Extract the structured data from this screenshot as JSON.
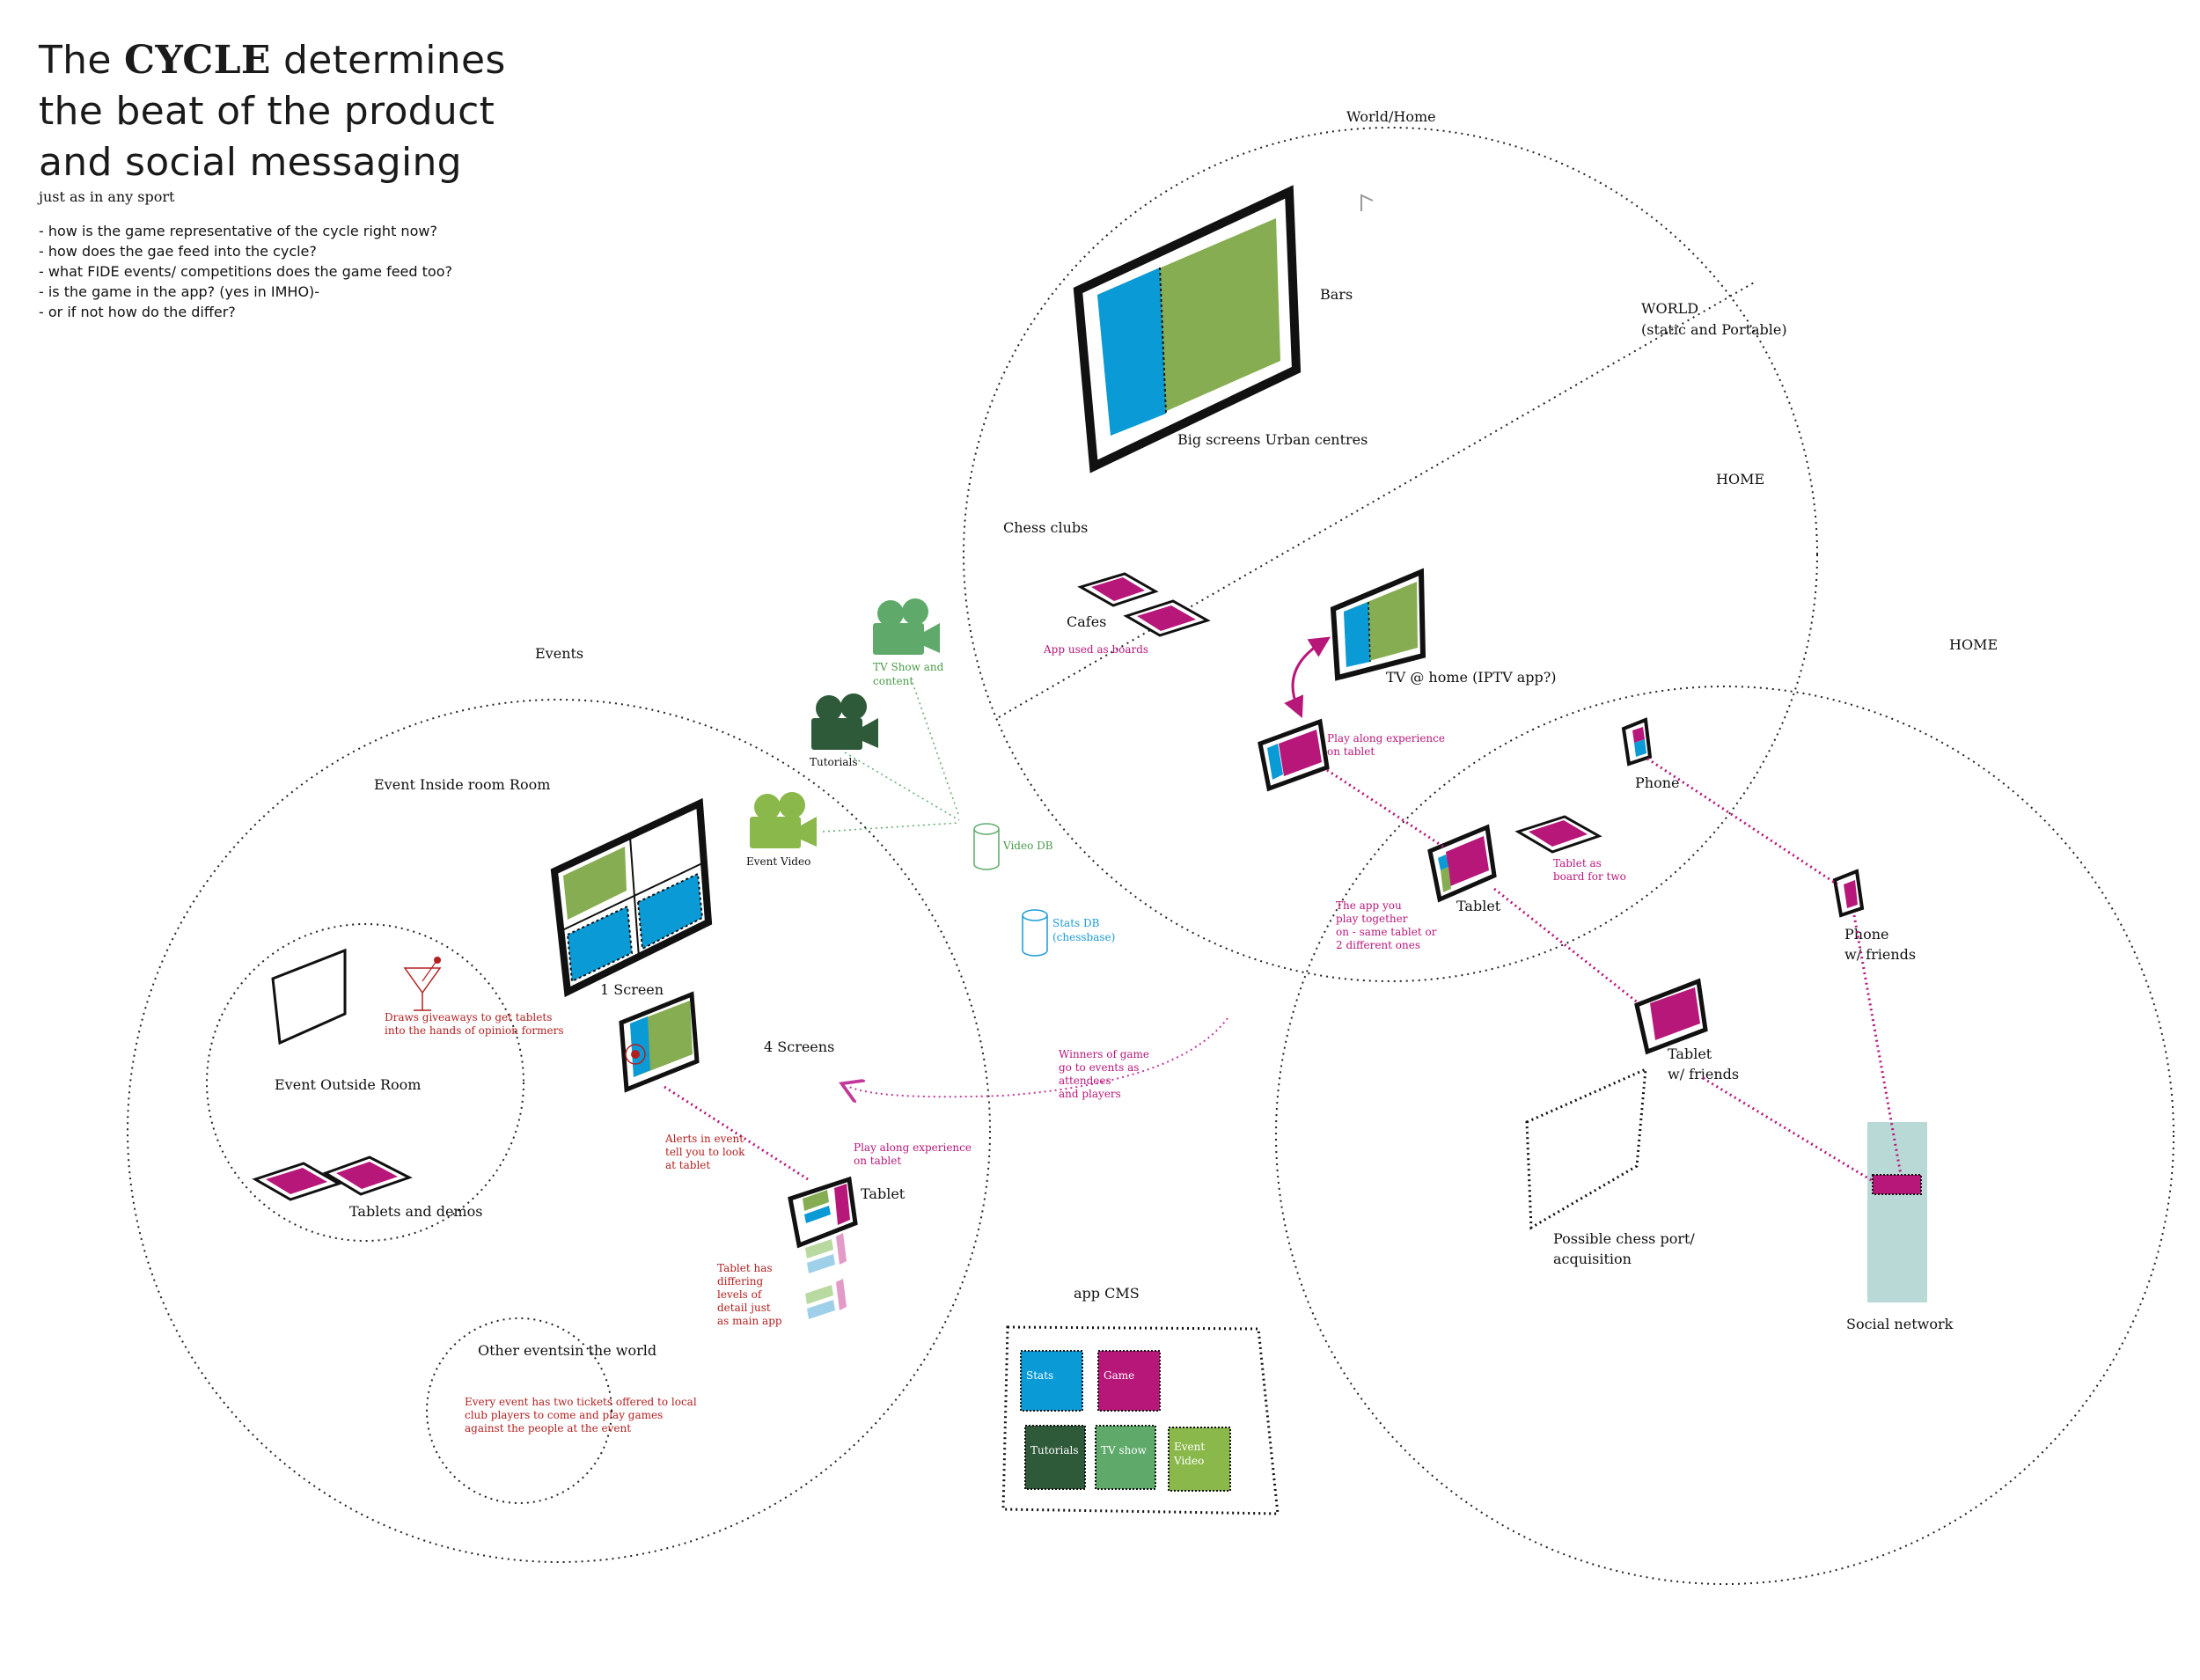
{
  "title": {
    "line1_pre": "The ",
    "line1_bold": "CYCLE",
    "line1_post": " determines",
    "line2": "the beat of the product",
    "line3": "and social messaging",
    "subtitle": "just as in any sport",
    "questions": [
      "- how is the game representative of the cycle right now?",
      "- how does the gae feed into the cycle?",
      "- what FIDE events/ competitions does the game feed too?",
      "- is the game in the app? (yes in IMHO)-",
      "- or if not how do the differ?"
    ]
  },
  "world": {
    "label": "World/Home",
    "bars": "Bars",
    "big_screens": "Big screens Urban centres",
    "world_label_1": "WORLD",
    "world_label_2": "(static and Portable)",
    "home": "HOME",
    "chess_clubs": "Chess clubs",
    "cafes": "Cafes",
    "app_boards": "App used as boards",
    "tv_home": "TV @ home (IPTV app?)",
    "play_along_1": "Play along experience",
    "play_along_2": "on tablet"
  },
  "home": {
    "label": "HOME",
    "phone": "Phone",
    "tablet": "Tablet",
    "tablet_board_1": "Tablet as",
    "tablet_board_2": "board for two",
    "play_together": [
      "The app you",
      "play together",
      "on - same tablet or",
      "2 different ones"
    ],
    "phone_friends_1": "Phone",
    "phone_friends_2": "w/ friends",
    "tablet_friends_1": "Tablet",
    "tablet_friends_2": "w/ friends",
    "chess_port_1": "Possible chess port/",
    "chess_port_2": "acquisition",
    "social_network": "Social network"
  },
  "events": {
    "label": "Events",
    "inside_room": "Event Inside room Room",
    "one_screen": "1 Screen",
    "four_screens": "4 Screens",
    "outside_room": "Event Outside Room",
    "giveaways_1": "Draws giveaways to get tablets",
    "giveaways_2": "into the hands of opinion formers",
    "tablets_demos": "Tablets and demos",
    "alerts": [
      "Alerts in event",
      "tell you to look",
      "at tablet"
    ],
    "play_along_1": "Play along experience",
    "play_along_2": "on tablet",
    "tablet": "Tablet",
    "tablet_levels": [
      "Tablet has",
      "differing",
      "levels of",
      "detail just",
      "as main app"
    ],
    "other_events": "Other eventsin the world",
    "other_events_note": [
      "Every event has two tickets offered to local",
      "club players to come and play games",
      "against the people at the event"
    ]
  },
  "media": {
    "tv_show_1": "TV Show and",
    "tv_show_2": "content",
    "tutorials": "Tutorials",
    "event_video": "Event Video",
    "video_db": "Video DB",
    "stats_db_1": "Stats DB",
    "stats_db_2": "(chessbase)",
    "winners": [
      "Winners of game",
      "go to events as",
      "attendees",
      "and players"
    ]
  },
  "cms": {
    "title": "app CMS",
    "tiles": [
      {
        "label": "Stats",
        "color": "#0a9ad6"
      },
      {
        "label": "Game",
        "color": "#b8177a"
      },
      {
        "label": "Tutorials",
        "color": "#2f5a3a"
      },
      {
        "label": "TV show",
        "color": "#5faa6a"
      },
      {
        "label": "Event Video",
        "color": "#8ab84a"
      }
    ]
  },
  "colors": {
    "magenta": "#b8177a",
    "blue": "#0a9ad6",
    "green": "#86ad52",
    "dark_green": "#2f5a3a",
    "mid_green": "#5faa6a",
    "light_green": "#8ab84a",
    "red_text": "#b32020",
    "social_fill": "#b9d9d6"
  },
  "icons": [
    "video-camera-icon",
    "database-icon",
    "cocktail-glass-icon",
    "target-icon"
  ]
}
